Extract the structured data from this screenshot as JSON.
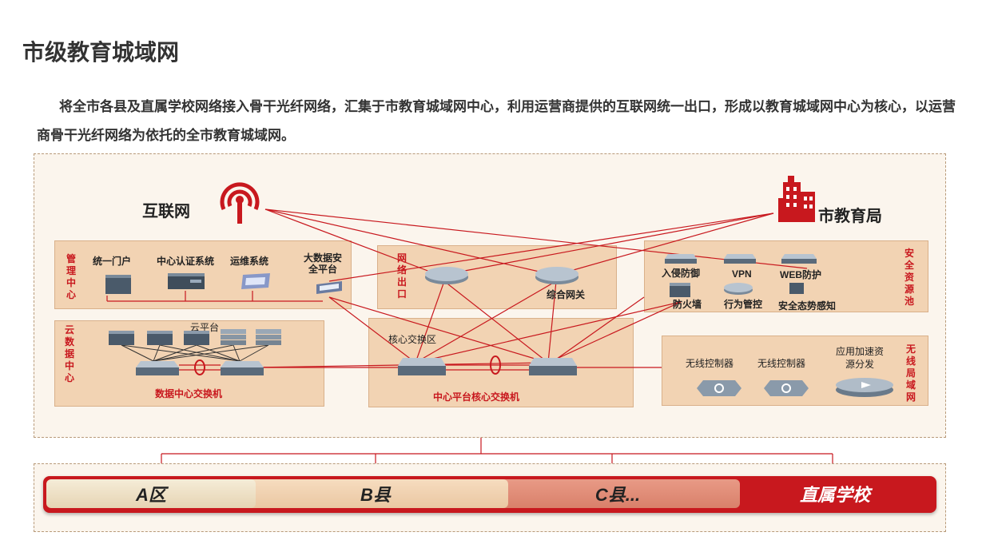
{
  "title": "市级教育城域网",
  "description": "将全市各县及直属学校网络接入骨干光纤网络，汇集于市教育城域网中心，利用运营商提供的互联网统一出口，形成以教育城域网中心为核心，以运营商骨干光纤网络为依托的全市教育城域网。",
  "internet_label": "互联网",
  "bureau_label": "市教育局",
  "zones": {
    "management": {
      "label": "管理中心",
      "items": [
        "统一门户",
        "中心认证系统",
        "运维系统",
        "大数据安全平台"
      ]
    },
    "egress": {
      "label": "网络出口",
      "gateway": "综合网关"
    },
    "security": {
      "label": "安全资源池",
      "items": [
        "入侵防御",
        "VPN",
        "WEB防护",
        "防火墙",
        "行为管控",
        "安全态势感知"
      ]
    },
    "cloud": {
      "label": "云数据中心",
      "platform": "云平台",
      "switch": "数据中心交换机"
    },
    "core": {
      "area": "核心交换区",
      "switch": "中心平台核心交换机"
    },
    "wireless": {
      "label": "无线局域网",
      "items": [
        "无线控制器",
        "无线控制器",
        "应用加速资源分发"
      ]
    }
  },
  "regions": [
    "A区",
    "B县",
    "C县...",
    "直属学校"
  ],
  "colors": {
    "accent": "#c8181e",
    "zone": "#f2d3b3",
    "link": "#c8181e"
  }
}
